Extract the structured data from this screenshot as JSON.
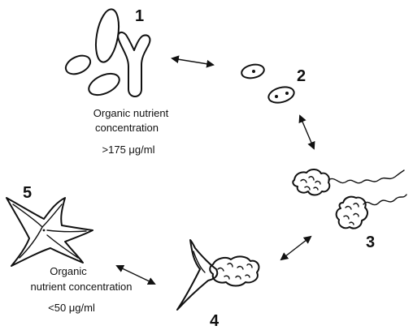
{
  "stages": [
    {
      "number": "1"
    },
    {
      "number": "2"
    },
    {
      "number": "3"
    },
    {
      "number": "4"
    },
    {
      "number": "5"
    }
  ],
  "captions": {
    "high": {
      "line1": "Organic nutrient",
      "line2": "concentration",
      "line3": ">175 μg/ml"
    },
    "low": {
      "line1": "Organic",
      "line2": "nutrient concentration",
      "line3": "<50 μg/ml"
    }
  },
  "colors": {
    "ink": "#111111",
    "background": "#ffffff"
  }
}
